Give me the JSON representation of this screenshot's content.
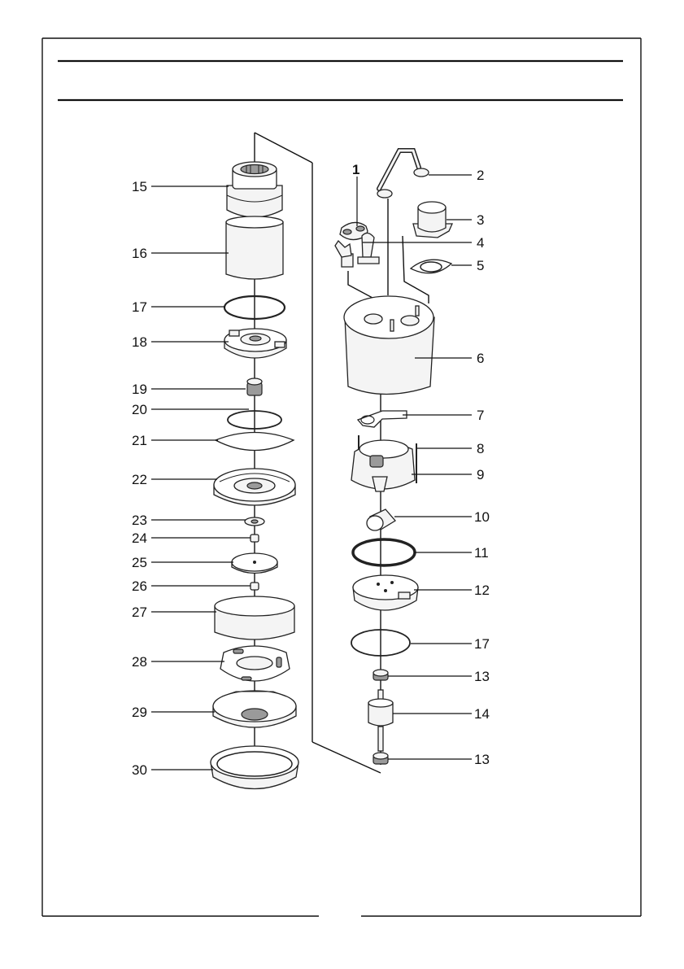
{
  "labels": {
    "p1": "1",
    "p2": "2",
    "p3": "3",
    "p4": "4",
    "p5": "5",
    "p6": "6",
    "p7": "7",
    "p8": "8",
    "p9": "9",
    "p10": "10",
    "p11": "11",
    "p12": "12",
    "p13a": "13",
    "p13b": "13",
    "p14": "14",
    "p15": "15",
    "p16": "16",
    "p17a": "17",
    "p17b": "17",
    "p18": "18",
    "p19": "19",
    "p20": "20",
    "p21": "21",
    "p22": "22",
    "p23": "23",
    "p24": "24",
    "p25": "25",
    "p26": "26",
    "p27": "27",
    "p28": "28",
    "p29": "29",
    "p30": "30"
  }
}
